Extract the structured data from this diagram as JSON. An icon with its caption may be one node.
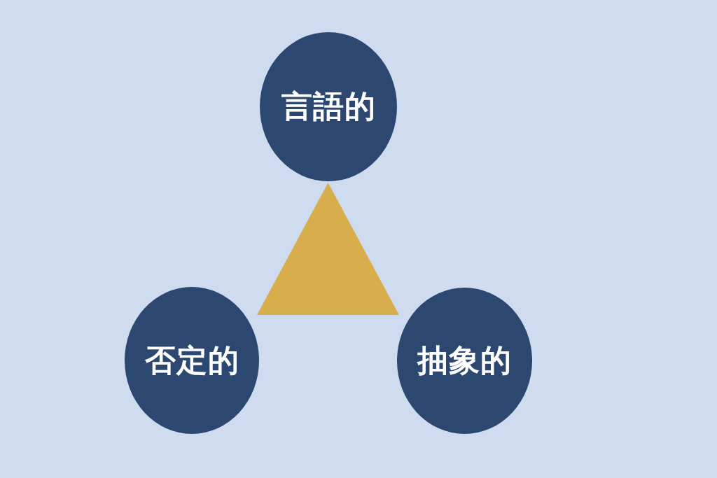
{
  "diagram": {
    "nodes": [
      {
        "text": [
          "言語的"
        ]
      },
      {
        "text": [],
        "shape": "triangle"
      },
      {
        "text": [
          "否定的"
        ]
      },
      {
        "text": [
          "抽象的"
        ]
      }
    ]
  }
}
